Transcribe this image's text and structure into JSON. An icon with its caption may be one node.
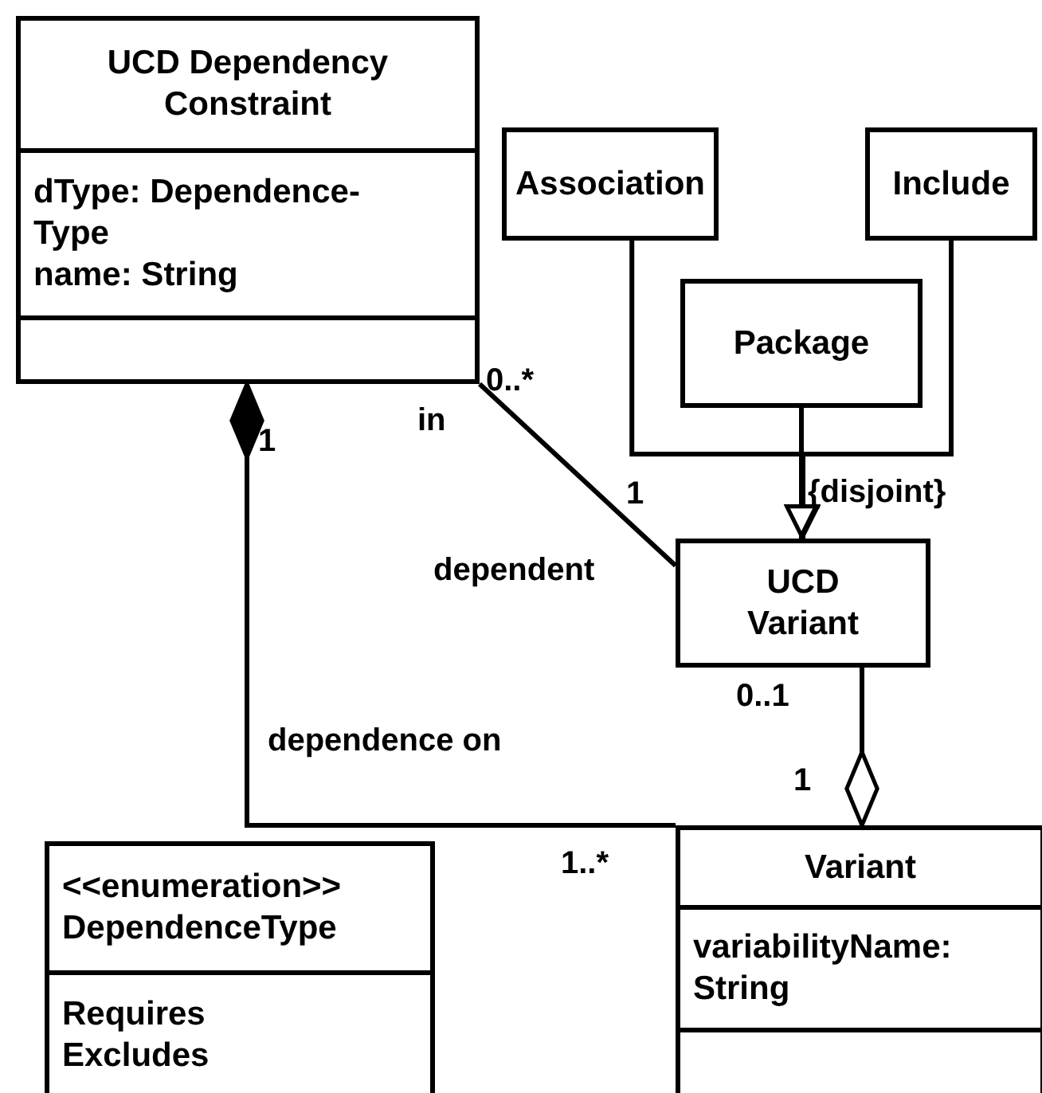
{
  "diagram": {
    "nodes": [
      {
        "text": [
          "UCD Dependency Constraint",
          "dType: Dependence-Type",
          "name: String"
        ]
      },
      {
        "text": [
          "Association"
        ]
      },
      {
        "text": [
          "Include"
        ]
      },
      {
        "text": [
          "Package"
        ]
      },
      {
        "text": [
          "UCD Variant"
        ]
      },
      {
        "text": [
          "Variant",
          "variabilityName: String"
        ]
      },
      {
        "text": [
          "<<enumeration>>",
          "DependenceType",
          "Requires",
          "Excludes"
        ]
      }
    ],
    "edges": [
      {
        "from": 1,
        "to": 4,
        "arrow": "to"
      },
      {
        "from": 2,
        "to": 4,
        "arrow": "to"
      },
      {
        "from": 3,
        "to": 4,
        "arrow": "to"
      },
      {
        "from": 0,
        "to": 4,
        "arrow": "none"
      },
      {
        "from": 4,
        "to": 5,
        "arrow": "other"
      },
      {
        "from": 0,
        "to": 5,
        "arrow": "other"
      }
    ],
    "labels": [
      "{disjoint}",
      "0..*",
      "in",
      "1",
      "dependent",
      "0..1",
      "1",
      "1",
      "dependence on",
      "1..*"
    ]
  }
}
